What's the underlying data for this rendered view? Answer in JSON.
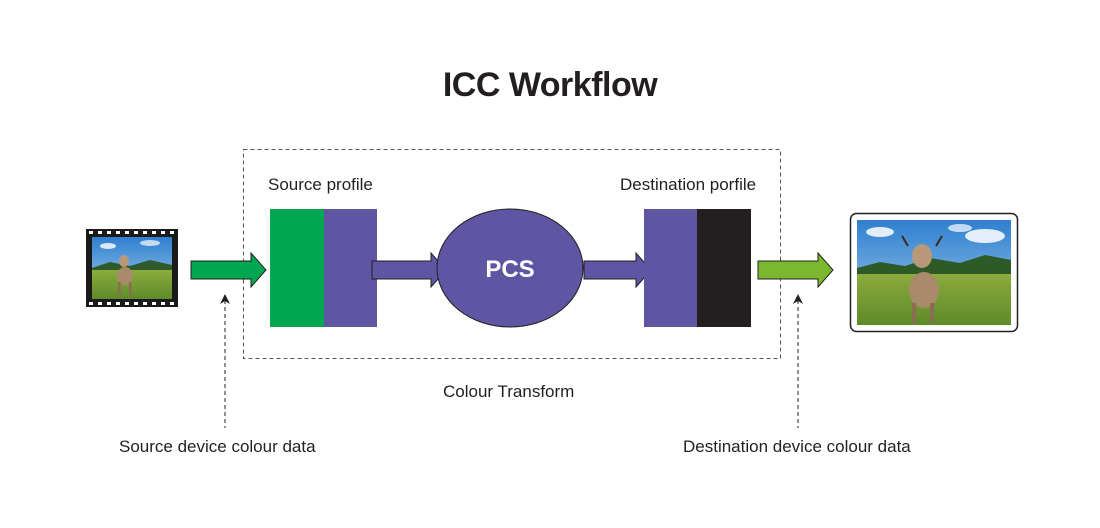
{
  "title": "ICC Workflow",
  "labels": {
    "source_profile": "Source profile",
    "destination_profile": "Destination porfile",
    "pcs": "PCS",
    "colour_transform": "Colour Transform",
    "source_device_data": "Source device colour data",
    "destination_device_data": "Destination device colour data"
  },
  "colors": {
    "green": "#00a650",
    "purple": "#5e55a3",
    "black": "#231f20",
    "lime": "#7cb82f",
    "text": "#231f20",
    "dashed_border": "#555555"
  },
  "icons": {
    "source_image": "cow-film-frame-icon",
    "destination_image": "cow-photo-print-icon"
  }
}
